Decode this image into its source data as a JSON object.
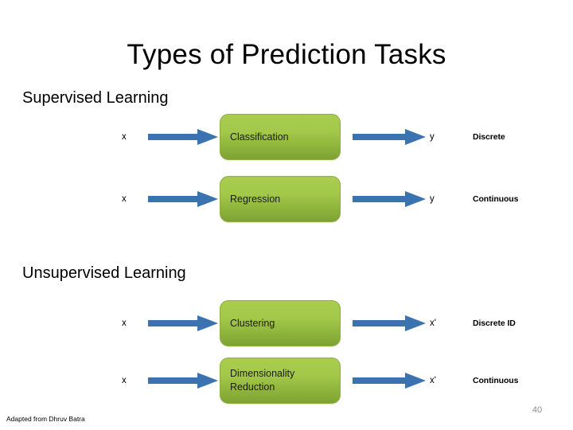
{
  "slide": {
    "title": "Types of Prediction Tasks",
    "page_number": "40",
    "credit": "Adapted from Dhruv Batra",
    "accent_green": "#a3c84a",
    "accent_green_dark": "#7da233",
    "accent_blue": "#3b73b0",
    "page_number_color": "#8c8c8c"
  },
  "sections": [
    {
      "heading": "Supervised Learning"
    },
    {
      "heading": "Unsupervised Learning"
    }
  ],
  "rows": [
    {
      "input": "x",
      "task_line1": "Classification",
      "task_line2": "",
      "output": "y",
      "description": "Discrete",
      "in_arrow_icon": "arrow-right-icon",
      "out_arrow_icon": "arrow-right-icon"
    },
    {
      "input": "x",
      "task_line1": "Regression",
      "task_line2": "",
      "output": "y",
      "description": "Continuous",
      "in_arrow_icon": "arrow-right-icon",
      "out_arrow_icon": "arrow-right-icon"
    },
    {
      "input": "x",
      "task_line1": "Clustering",
      "task_line2": "",
      "output": "x'",
      "description": "Discrete ID",
      "in_arrow_icon": "arrow-right-icon",
      "out_arrow_icon": "arrow-right-icon"
    },
    {
      "input": "x",
      "task_line1": "Dimensionality",
      "task_line2": "Reduction",
      "output": "x'",
      "description": "Continuous",
      "in_arrow_icon": "arrow-right-icon",
      "out_arrow_icon": "arrow-right-icon"
    }
  ]
}
